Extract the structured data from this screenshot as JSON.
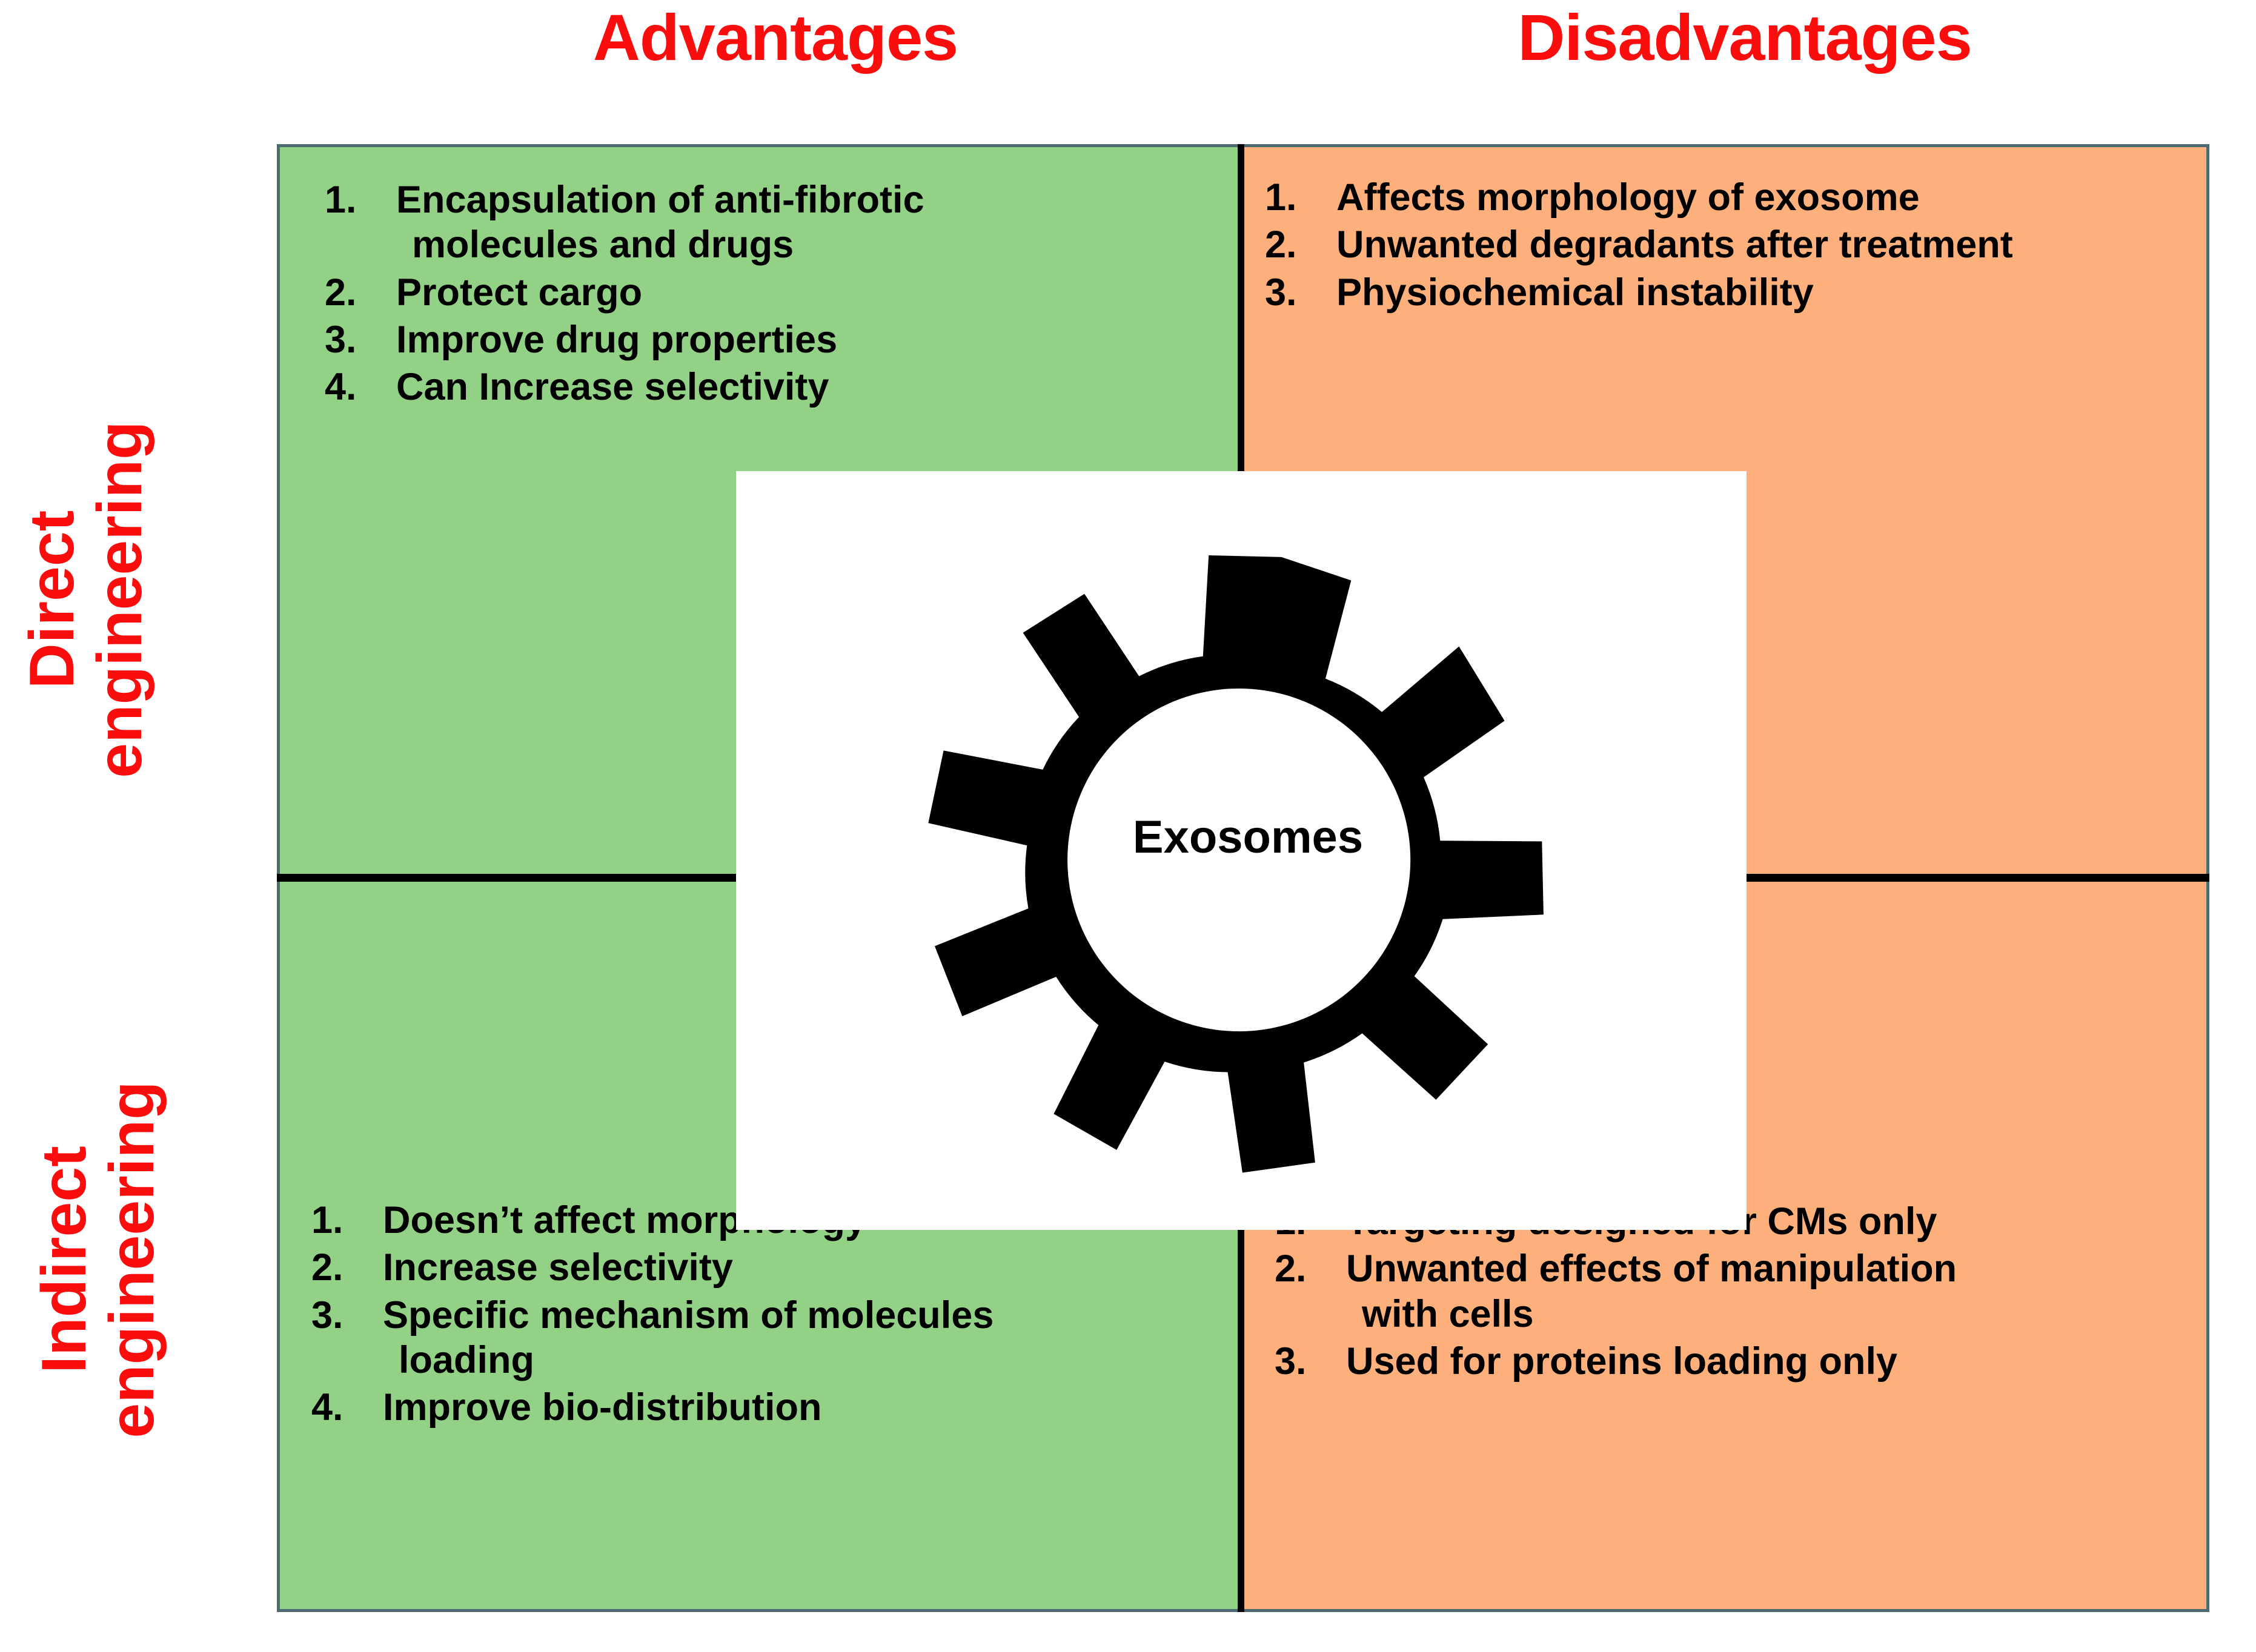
{
  "columns": {
    "advantages": "Advantages",
    "disadvantages": "Disadvantages"
  },
  "rows": {
    "direct": {
      "line1": "Direct",
      "line2": "engineering"
    },
    "indirect": {
      "line1": "Indirect",
      "line2": "engineering"
    }
  },
  "center": {
    "label": "Exosomes",
    "icon": "gear-icon"
  },
  "colors": {
    "heading_red": "#f90d0d",
    "advantage_green": "#93d187",
    "disadvantage_orange": "#fdb07c",
    "frame_border": "#4e6a70",
    "divider_black": "#000000",
    "gear_black": "#000000",
    "text_black": "#000000",
    "panel_white": "#ffffff"
  },
  "quadrants": {
    "direct_advantages": {
      "row": "Direct engineering",
      "column": "Advantages",
      "items": [
        {
          "n": "1.",
          "line1": "Encapsulation of anti-fibrotic",
          "line2": "molecules and drugs"
        },
        {
          "n": "2.",
          "line1": "Protect cargo",
          "line2": ""
        },
        {
          "n": "3.",
          "line1": "Improve drug properties",
          "line2": ""
        },
        {
          "n": "4.",
          "line1": "Can Increase selectivity",
          "line2": ""
        }
      ]
    },
    "direct_disadvantages": {
      "row": "Direct engineering",
      "column": "Disadvantages",
      "items": [
        {
          "n": "1.",
          "line1": "Affects morphology of exosome",
          "line2": ""
        },
        {
          "n": "2.",
          "line1": "Unwanted degradants after treatment",
          "line2": ""
        },
        {
          "n": "3.",
          "line1": "Physiochemical instability",
          "line2": ""
        }
      ]
    },
    "indirect_advantages": {
      "row": "Indirect engineering",
      "column": "Advantages",
      "items": [
        {
          "n": "1.",
          "line1": "Doesn’t affect morphology",
          "line2": ""
        },
        {
          "n": "2.",
          "line1": "Increase selectivity",
          "line2": ""
        },
        {
          "n": "3.",
          "line1": "Specific mechanism of molecules",
          "line2": "loading"
        },
        {
          "n": "4.",
          "line1": "Improve bio-distribution",
          "line2": ""
        }
      ]
    },
    "indirect_disadvantages": {
      "row": "Indirect engineering",
      "column": "Disadvantages",
      "items": [
        {
          "n": "1.",
          "line1": "Targeting designed for CMs only",
          "line2": ""
        },
        {
          "n": "2.",
          "line1": "Unwanted effects of manipulation",
          "line2": "with cells"
        },
        {
          "n": "3.",
          "line1": "Used for proteins loading only",
          "line2": ""
        }
      ]
    }
  }
}
